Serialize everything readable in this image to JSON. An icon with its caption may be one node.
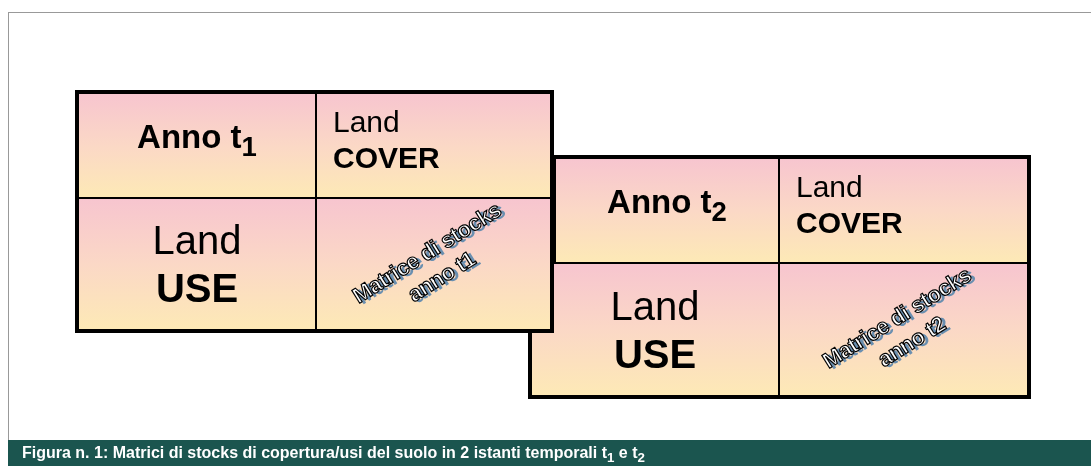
{
  "diagram": {
    "caption": "Figura n. 1: Matrici di stocks di copertura/usi del suolo in 2 istanti temporali t$_{1}$ e t$_{2}$",
    "nodes": [
      {
        "text": [],
        "shape": "box"
      },
      {
        "text": [
          "Anno t$_{1}$"
        ],
        "in": 0
      },
      {
        "text": [
          "Land **COVER**"
        ],
        "in": 0
      },
      {
        "text": [
          "Land **USE**"
        ],
        "in": 0
      },
      {
        "text": [
          "Matrice di stocks anno t1"
        ],
        "in": 0
      },
      {
        "text": [],
        "shape": "box"
      },
      {
        "text": [
          "Anno t$_{2}$"
        ],
        "in": 5
      },
      {
        "text": [
          "Land **COVER**"
        ],
        "in": 5
      },
      {
        "text": [
          "Land **USE**"
        ],
        "in": 5
      },
      {
        "text": [
          "Matrice di stocks anno t2"
        ],
        "in": 5
      }
    ]
  }
}
